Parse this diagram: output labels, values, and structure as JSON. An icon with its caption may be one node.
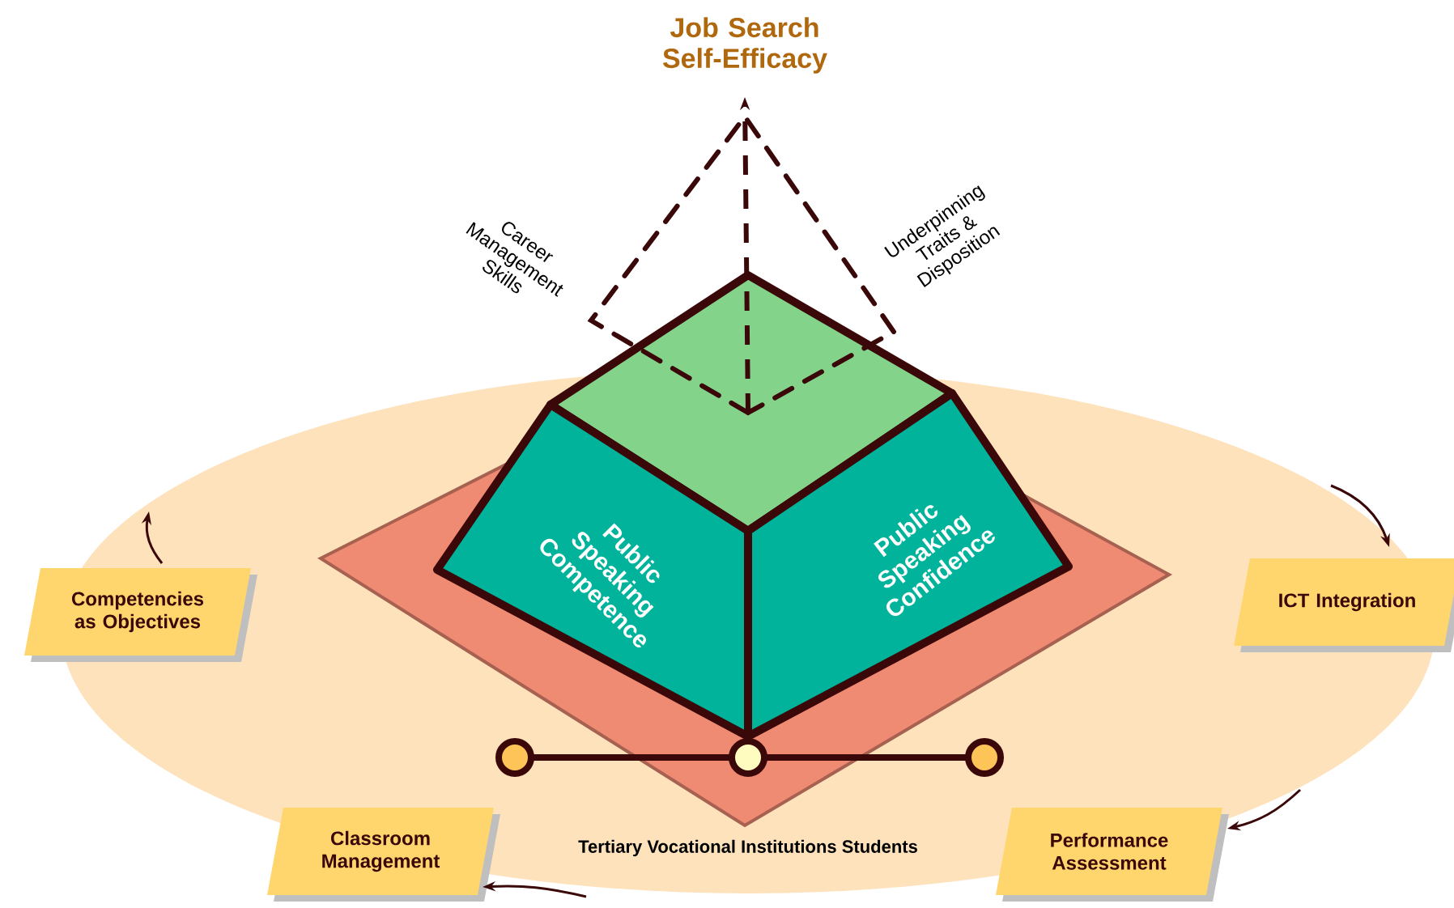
{
  "diagram": {
    "nodes": [
      {
        "text": [
          "Job Search Self-Efficacy"
        ]
      },
      {
        "text": [
          "Career Management Skills"
        ]
      },
      {
        "text": [
          "Underpinning Traits & Disposition"
        ]
      },
      {
        "text": [
          "Public Speaking Competence"
        ]
      },
      {
        "text": [
          "Public Speaking Confidence"
        ]
      },
      {
        "text": [
          "Competencies as Objectives"
        ]
      },
      {
        "text": [
          "ICT Integration"
        ]
      },
      {
        "text": [
          "Performance Assessment"
        ]
      },
      {
        "text": [
          "Classroom Management"
        ]
      }
    ],
    "edges": [
      {
        "from": null,
        "to": 0,
        "arrow": "to",
        "style": "dashed"
      },
      {
        "from": 5,
        "to": null,
        "arrow": "to"
      },
      {
        "from": null,
        "to": 6,
        "arrow": "to"
      },
      {
        "from": null,
        "to": 7,
        "arrow": "to"
      },
      {
        "from": null,
        "to": 8,
        "arrow": "to"
      }
    ],
    "labels": [
      "Tertiary Vocational Institutions Students"
    ]
  }
}
